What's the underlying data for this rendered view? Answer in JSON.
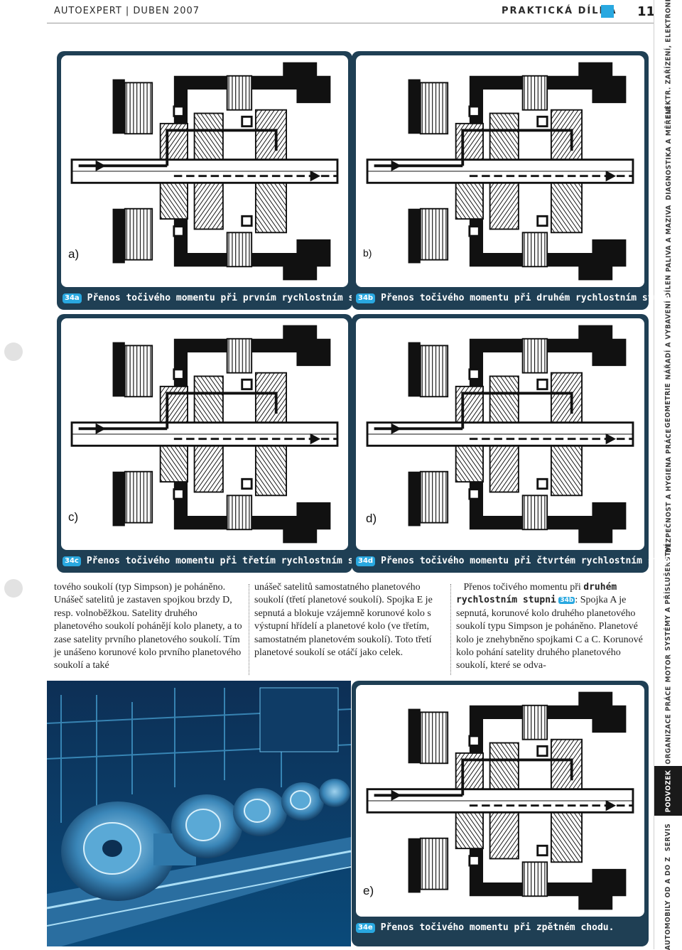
{
  "header": {
    "left": "AUTOEXPERT | DUBEN 2007",
    "right": "PRAKTICKÁ DÍLNA",
    "page": "11"
  },
  "side_index": [
    {
      "label": "ELEKTR. ZAŘÍZENÍ, ELEKTRONIKA",
      "active": false
    },
    {
      "label": "DIAGNOSTIKA A MĚŘENÍ",
      "active": false
    },
    {
      "label": "PALIVA A MAZIVA",
      "active": false
    },
    {
      "label": "NÁŘADÍ A VYBAVENÍ DÍLEN",
      "active": false
    },
    {
      "label": "GEOMETRIE",
      "active": false
    },
    {
      "label": "BEZPEČNOST A HYGIENA PRÁCE",
      "active": false
    },
    {
      "label": "SYSTÉMY A PŘÍSLUŠENSTVÍ",
      "active": false
    },
    {
      "label": "MOTOR",
      "active": false
    },
    {
      "label": "ORGANIZACE PRÁCE",
      "active": false
    },
    {
      "label": "PODVOZEK",
      "active": true
    },
    {
      "label": "SERVIS",
      "active": false
    },
    {
      "label": "AUTOMOBILY OD A DO Z",
      "active": false
    }
  ],
  "figures": {
    "a": {
      "label": "a)",
      "tag": "34a",
      "caption": "Přenos točivého momentu při prvním rychlostním stupni."
    },
    "b": {
      "label": "b)",
      "tag": "34b",
      "caption": "Přenos točivého momentu při druhém rychlostním stupni."
    },
    "c": {
      "label": "c)",
      "tag": "34c",
      "caption": "Přenos točivého momentu při třetím rychlostním stupni."
    },
    "d": {
      "label": "d)",
      "tag": "34d",
      "caption": "Přenos točivého momentu při čtvrtém rychlostním stupni."
    },
    "e": {
      "label": "e)",
      "tag": "34e",
      "caption": "Přenos točivého momentu při zpětném chodu."
    }
  },
  "text": {
    "col1": "tového soukolí (typ Simpson) je poháněno. Unášeč satelitů je zastaven spojkou brzdy D, resp. volnoběžkou. Satelity druhého planetového soukolí pohánějí kolo planety, a to zase satelity prvního planetového soukolí. Tím je unášeno korunové kolo prvního planetového soukolí a také",
    "col2": "unášeč satelitů samostatného planetového soukolí (třetí planetové soukolí). Spojka E je sepnutá a blokuje vzájemně korunové kolo s výstupní hřídelí a planetové kolo (ve třetím, samostatném planetovém soukolí). Toto třetí planetové soukolí se otáčí jako celek.",
    "col3_before": "Přenos točivého momentu při",
    "col3_kw1": "druhém",
    "col3_kw2": "rychlostním stupni",
    "col3_tag": "34b",
    "col3_after": ": Spojka A je sepnutá, korunové kolo druhého planetového soukolí typu Simpson je poháněno. Planetové kolo je znehybněno spojkami C a C. Korunové kolo pohání satelity druhého planetového soukolí, které se odva-"
  },
  "colors": {
    "panel": "#1f3f54",
    "accent": "#29a8e0"
  }
}
